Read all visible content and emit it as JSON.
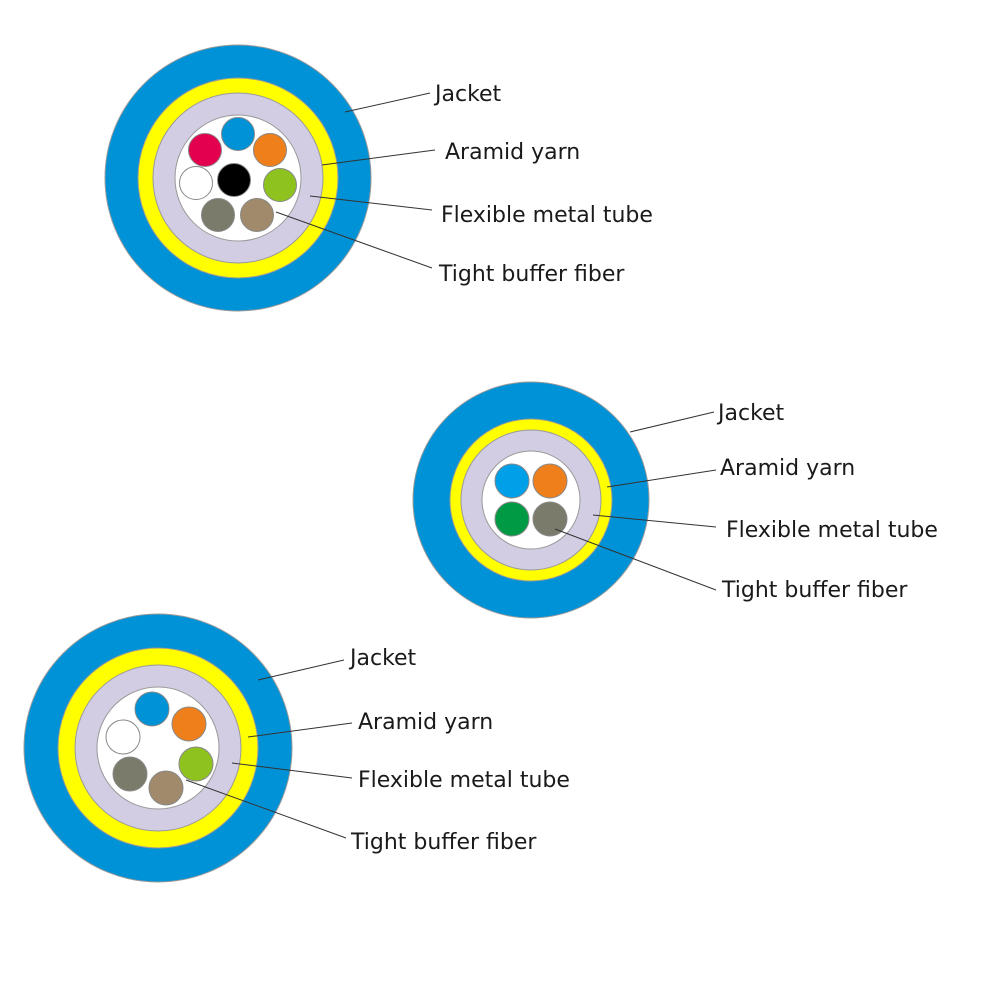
{
  "colors": {
    "jacket": "#0092d6",
    "aramid": "#ffff00",
    "metal_tube": "#d3cde3",
    "core": "#ffffff",
    "outline": "#999999",
    "leader": "#333333"
  },
  "diagrams": [
    {
      "id": "cable-8-fiber",
      "labels": [
        "Jacket",
        "Aramid yarn",
        "Flexible metal tube",
        "Tight buffer fiber"
      ],
      "fibers": [
        {
          "color": "#e3004f",
          "name": "red"
        },
        {
          "color": "#0092d6",
          "name": "blue"
        },
        {
          "color": "#ee7f1a",
          "name": "orange"
        },
        {
          "color": "#ffffff",
          "name": "white"
        },
        {
          "color": "#000000",
          "name": "black"
        },
        {
          "color": "#8dc21f",
          "name": "green-yellow"
        },
        {
          "color": "#7b7b6b",
          "name": "gray"
        },
        {
          "color": "#a08a6b",
          "name": "brown"
        }
      ]
    },
    {
      "id": "cable-4-fiber",
      "labels": [
        "Jacket",
        "Aramid yarn",
        "Flexible metal tube",
        "Tight buffer fiber"
      ],
      "fibers": [
        {
          "color": "#00a0e9",
          "name": "blue"
        },
        {
          "color": "#ee7f1a",
          "name": "orange"
        },
        {
          "color": "#009a44",
          "name": "green"
        },
        {
          "color": "#7b7b6b",
          "name": "gray"
        }
      ]
    },
    {
      "id": "cable-6-fiber",
      "labels": [
        "Jacket",
        "Aramid yarn",
        "Flexible metal tube",
        "Tight buffer fiber"
      ],
      "fibers": [
        {
          "color": "#0092d6",
          "name": "blue"
        },
        {
          "color": "#ee7f1a",
          "name": "orange"
        },
        {
          "color": "#ffffff",
          "name": "white"
        },
        {
          "color": "#8dc21f",
          "name": "green-yellow"
        },
        {
          "color": "#7b7b6b",
          "name": "gray"
        },
        {
          "color": "#a08a6b",
          "name": "brown"
        }
      ]
    }
  ]
}
